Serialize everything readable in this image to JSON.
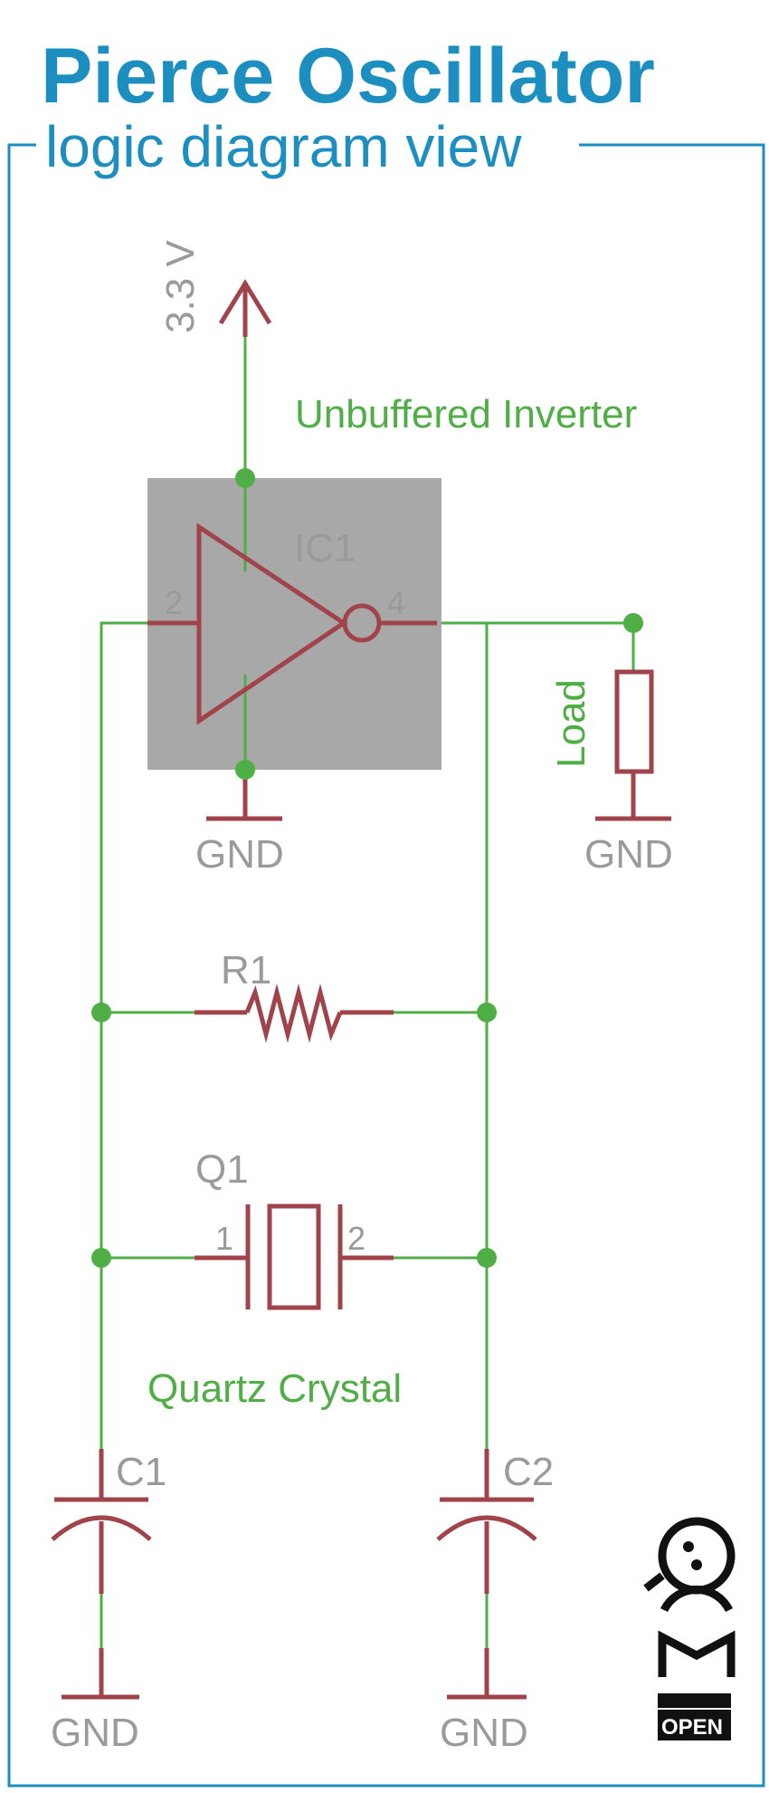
{
  "title": "Pierce Oscillator",
  "subtitle": "logic diagram view",
  "supply": {
    "label": "3.3 V"
  },
  "inverter": {
    "name": "Unbuffered Inverter",
    "ref": "IC1",
    "pin_in": "2",
    "pin_out": "4"
  },
  "load": {
    "label": "Load"
  },
  "resistor": {
    "ref": "R1"
  },
  "crystal": {
    "ref": "Q1",
    "pin1": "1",
    "pin2": "2",
    "name": "Quartz Crystal"
  },
  "cap1": {
    "ref": "C1"
  },
  "cap2": {
    "ref": "C2"
  },
  "ground_label": "GND",
  "logo": {
    "text": "OPEN"
  },
  "colors": {
    "title": "#1c8ec0",
    "wire": "#4fae45",
    "component": "#a0434a",
    "label": "#9a9a9a",
    "chip_fill": "#a8a8a8"
  }
}
